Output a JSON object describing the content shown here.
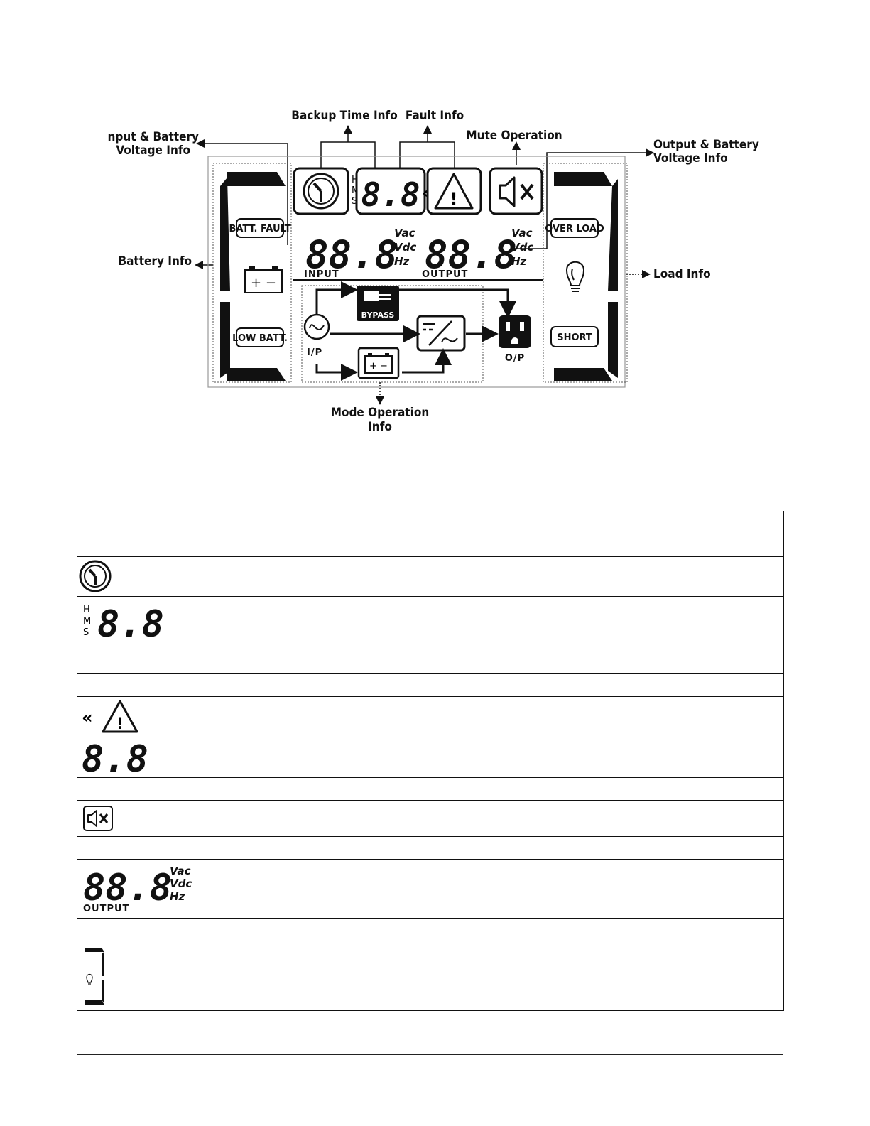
{
  "diagram": {
    "labels": {
      "input_battery": [
        "Input & Battery",
        "Voltage Info"
      ],
      "backup_time": "Backup Time Info",
      "fault": "Fault Info",
      "mute": "Mute Operation",
      "output_battery": [
        "Output & Battery",
        "Voltage Info"
      ],
      "battery": "Battery Info",
      "load": "Load Info",
      "mode": [
        "Mode Operation",
        "Info"
      ]
    },
    "lcd": {
      "hms": [
        "H",
        "M",
        "S"
      ],
      "timer_digits": "8.8",
      "input_digits": "88.8",
      "output_digits": "88.8",
      "units": [
        "Vac",
        "Vdc",
        "Hz"
      ],
      "input_caption": "INPUT",
      "output_caption": "OUTPUT",
      "batt_fault": "BATT. FAULT",
      "low_batt": "LOW BATT.",
      "over_load": "OVER LOAD",
      "short": "SHORT",
      "bypass": "BYPASS",
      "ip": "I/P",
      "op": "O/P",
      "battery_symbol": "+ −"
    }
  },
  "table": {
    "timer_hms": [
      "H",
      "M",
      "S"
    ],
    "timer_digits": "8.8",
    "fault_digits": "8.8",
    "output_digits": "88.8",
    "output_units": [
      "Vac",
      "Vdc",
      "Hz"
    ],
    "output_caption": "OUTPUT",
    "icons": [
      "backup-clock-icon",
      "backup-time-digits-icon",
      "fault-warning-icon",
      "fault-code-digits-icon",
      "mute-icon",
      "output-voltage-display-icon",
      "load-level-icon"
    ]
  }
}
